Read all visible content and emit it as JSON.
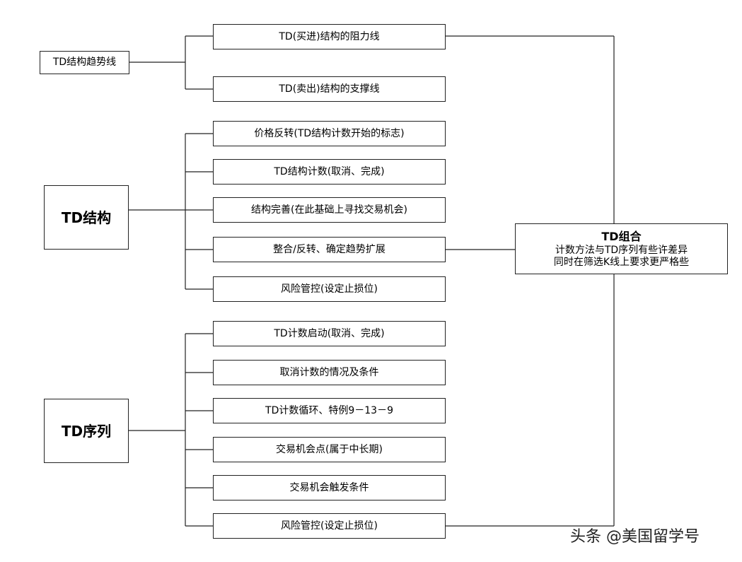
{
  "trend": {
    "root": "TD结构趋势线",
    "items": [
      "TD(买进)结构的阻力线",
      "TD(卖出)结构的支撑线"
    ]
  },
  "structure": {
    "root": "TD结构",
    "items": [
      "价格反转(TD结构计数开始的标志)",
      "TD结构计数(取消、完成)",
      "结构完善(在此基础上寻找交易机会)",
      "整合/反转、确定趋势扩展",
      "风险管控(设定止损位)"
    ]
  },
  "sequence": {
    "root": "TD序列",
    "items": [
      "TD计数启动(取消、完成)",
      "取消计数的情况及条件",
      "TD计数循环、特例9－13－9",
      "交易机会点(属于中长期)",
      "交易机会触发条件",
      "风险管控(设定止损位)"
    ]
  },
  "combo": {
    "title": "TD组合",
    "line1": "计数方法与TD序列有些许差异",
    "line2": "同时在筛选K线上要求更严格些"
  },
  "watermark": "头条 @美国留学号"
}
